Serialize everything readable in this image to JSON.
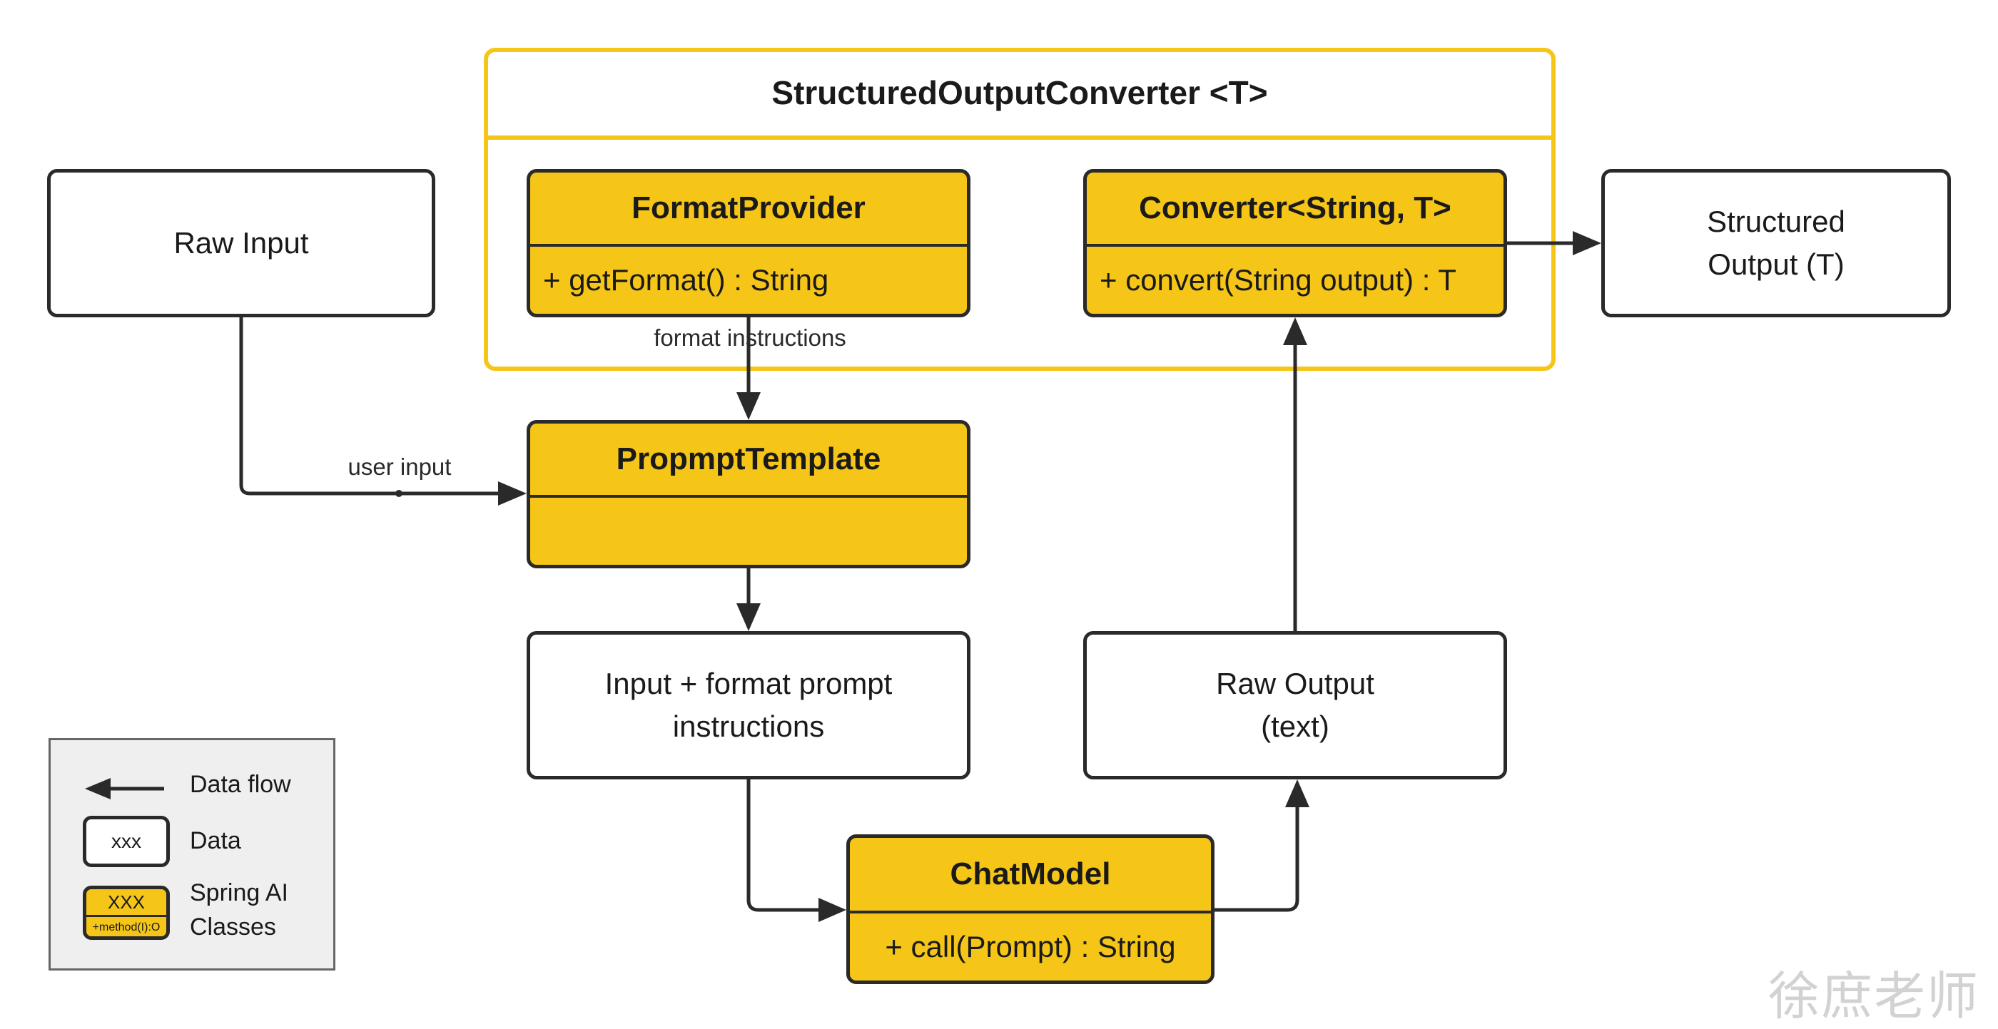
{
  "structured_output_converter": {
    "title": "StructuredOutputConverter <T>"
  },
  "format_provider": {
    "name": "FormatProvider",
    "method": "+ getFormat() : String"
  },
  "converter": {
    "name": "Converter<String, T>",
    "method": "+ convert(String output) : T"
  },
  "raw_input": {
    "label": "Raw Input"
  },
  "structured_output": {
    "label": "Structured\nOutput (T)"
  },
  "prompt_template": {
    "name": "PropmptTemplate"
  },
  "input_format_prompt": {
    "label": "Input + format prompt\ninstructions"
  },
  "raw_output": {
    "label": "Raw Output\n(text)"
  },
  "chat_model": {
    "name": "ChatModel",
    "method": "+ call(Prompt) : String"
  },
  "edge_labels": {
    "format_instructions": "format instructions",
    "user_input": "user input"
  },
  "legend": {
    "data_flow": "Data flow",
    "data": "Data",
    "spring_ai_classes": "Spring AI\nClasses",
    "sample_name": "xxx",
    "sample_class_name": "XXX",
    "sample_method": "+method(I):O"
  },
  "watermark": "徐庶老师",
  "colors": {
    "class_fill": "#F5C518",
    "stroke": "#2a2a2a",
    "legend_bg": "#EFEFEF"
  }
}
